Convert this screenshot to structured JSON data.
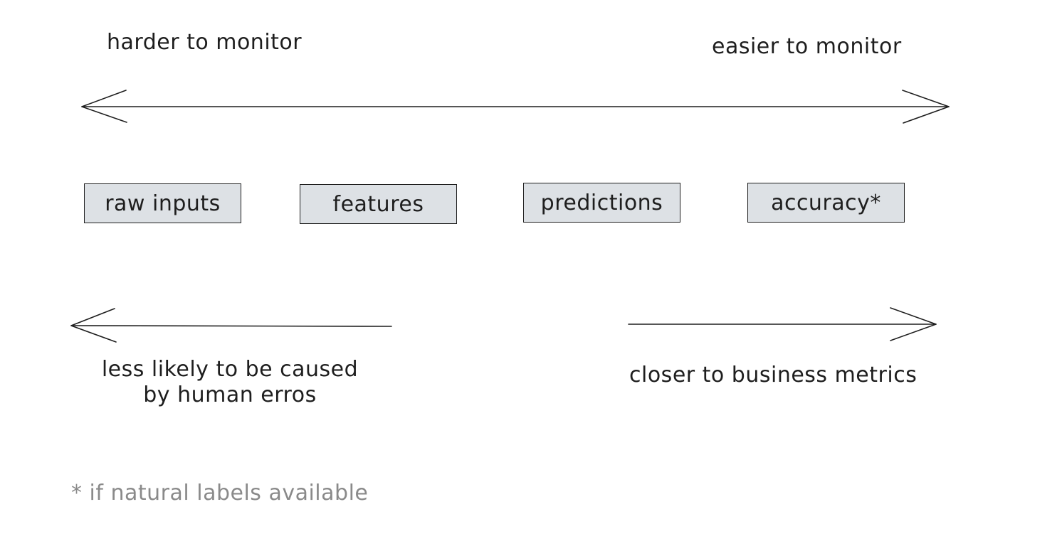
{
  "top_axis": {
    "left_label": "harder to monitor",
    "right_label": "easier to monitor"
  },
  "stages": [
    {
      "label": "raw inputs"
    },
    {
      "label": "features"
    },
    {
      "label": "predictions"
    },
    {
      "label": "accuracy*"
    }
  ],
  "bottom_left": {
    "line1": "less likely to be caused",
    "line2": "by human erros"
  },
  "bottom_right": {
    "label": "closer to business metrics"
  },
  "footnote": "* if natural labels available",
  "colors": {
    "box_fill": "#dde1e5",
    "stroke": "#1e1e1e",
    "footnote_text": "#8a8a8a"
  }
}
